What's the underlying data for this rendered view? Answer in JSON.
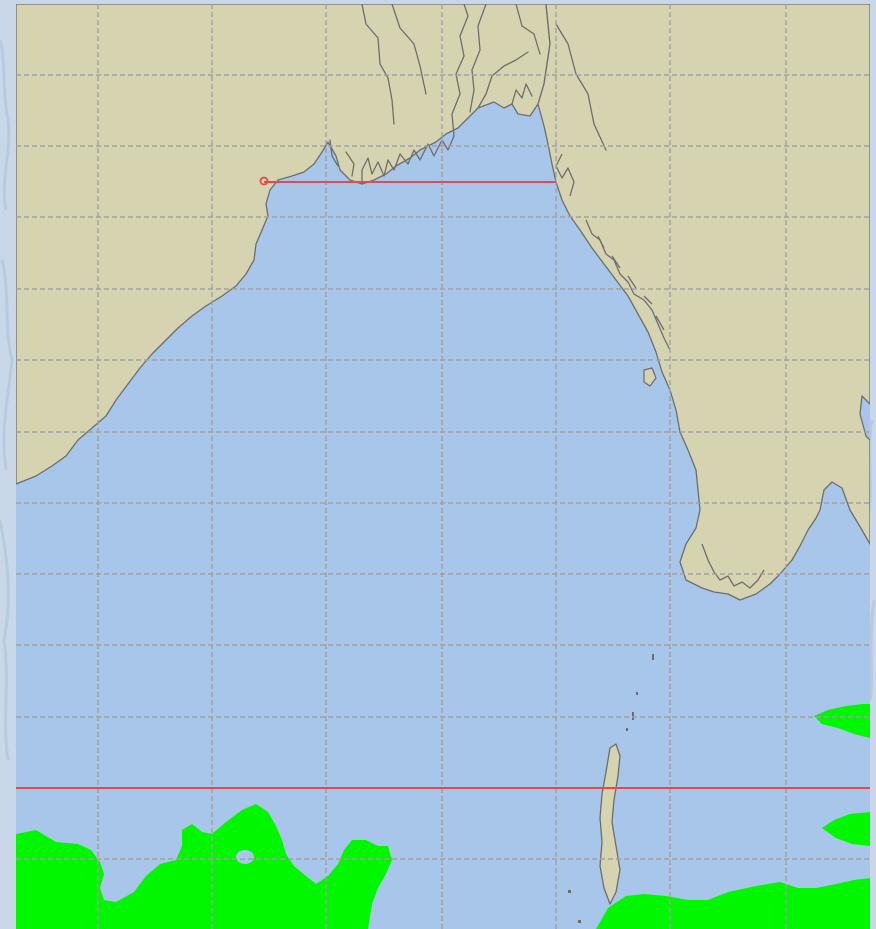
{
  "map": {
    "colors": {
      "water": "#a8c6ea",
      "land": "#d6d4b0",
      "coastline": "#6d6d6d",
      "grid": "#a1a1a1",
      "route": "#e8474b",
      "highlight_area": "#00f700",
      "backdrop": "#c9d7e8"
    },
    "grid": {
      "visible": true,
      "style": "dashed"
    },
    "route": {
      "start_marker": "circle",
      "segments": 2
    }
  }
}
